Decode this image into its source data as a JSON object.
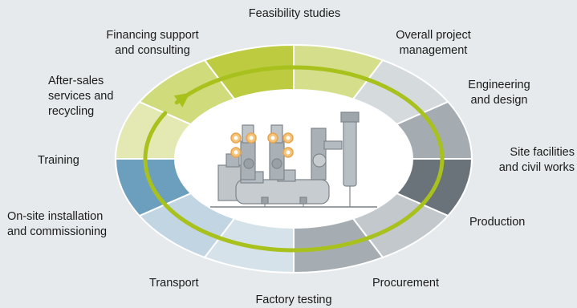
{
  "colors": {
    "background": "#e6eaec",
    "ring_cycle_arrow": "#a9c11c",
    "center": "#ffffff"
  },
  "labels": {
    "feasibility": [
      "Feasibility studies"
    ],
    "project_mgmt": [
      "Overall project",
      "management"
    ],
    "engineering": [
      "Engineering",
      "and design"
    ],
    "site_facilities": [
      "Site facilities",
      "and civil works"
    ],
    "production": [
      "Production"
    ],
    "procurement": [
      "Procurement"
    ],
    "factory_testing": [
      "Factory testing"
    ],
    "transport": [
      "Transport"
    ],
    "onsite": [
      "On-site installation",
      "and commissioning"
    ],
    "training": [
      "Training"
    ],
    "aftersales": [
      "After-sales",
      "services and",
      "recycling"
    ],
    "financing": [
      "Financing support",
      "and consulting"
    ]
  },
  "segments": [
    {
      "key": "feasibility",
      "color": "#bccb3f"
    },
    {
      "key": "project_mgmt",
      "color": "#d5df8b"
    },
    {
      "key": "engineering",
      "color": "#d5dadd"
    },
    {
      "key": "site_facilities",
      "color": "#a4abb1"
    },
    {
      "key": "production",
      "color": "#6a737a"
    },
    {
      "key": "procurement",
      "color": "#c2c8cc"
    },
    {
      "key": "factory_testing",
      "color": "#a6adb2"
    },
    {
      "key": "transport",
      "color": "#d6e2ea"
    },
    {
      "key": "onsite",
      "color": "#c2d5e2"
    },
    {
      "key": "training",
      "color": "#6c9fbd"
    },
    {
      "key": "aftersales",
      "color": "#e4e9b3"
    },
    {
      "key": "financing",
      "color": "#d0db7c"
    }
  ]
}
